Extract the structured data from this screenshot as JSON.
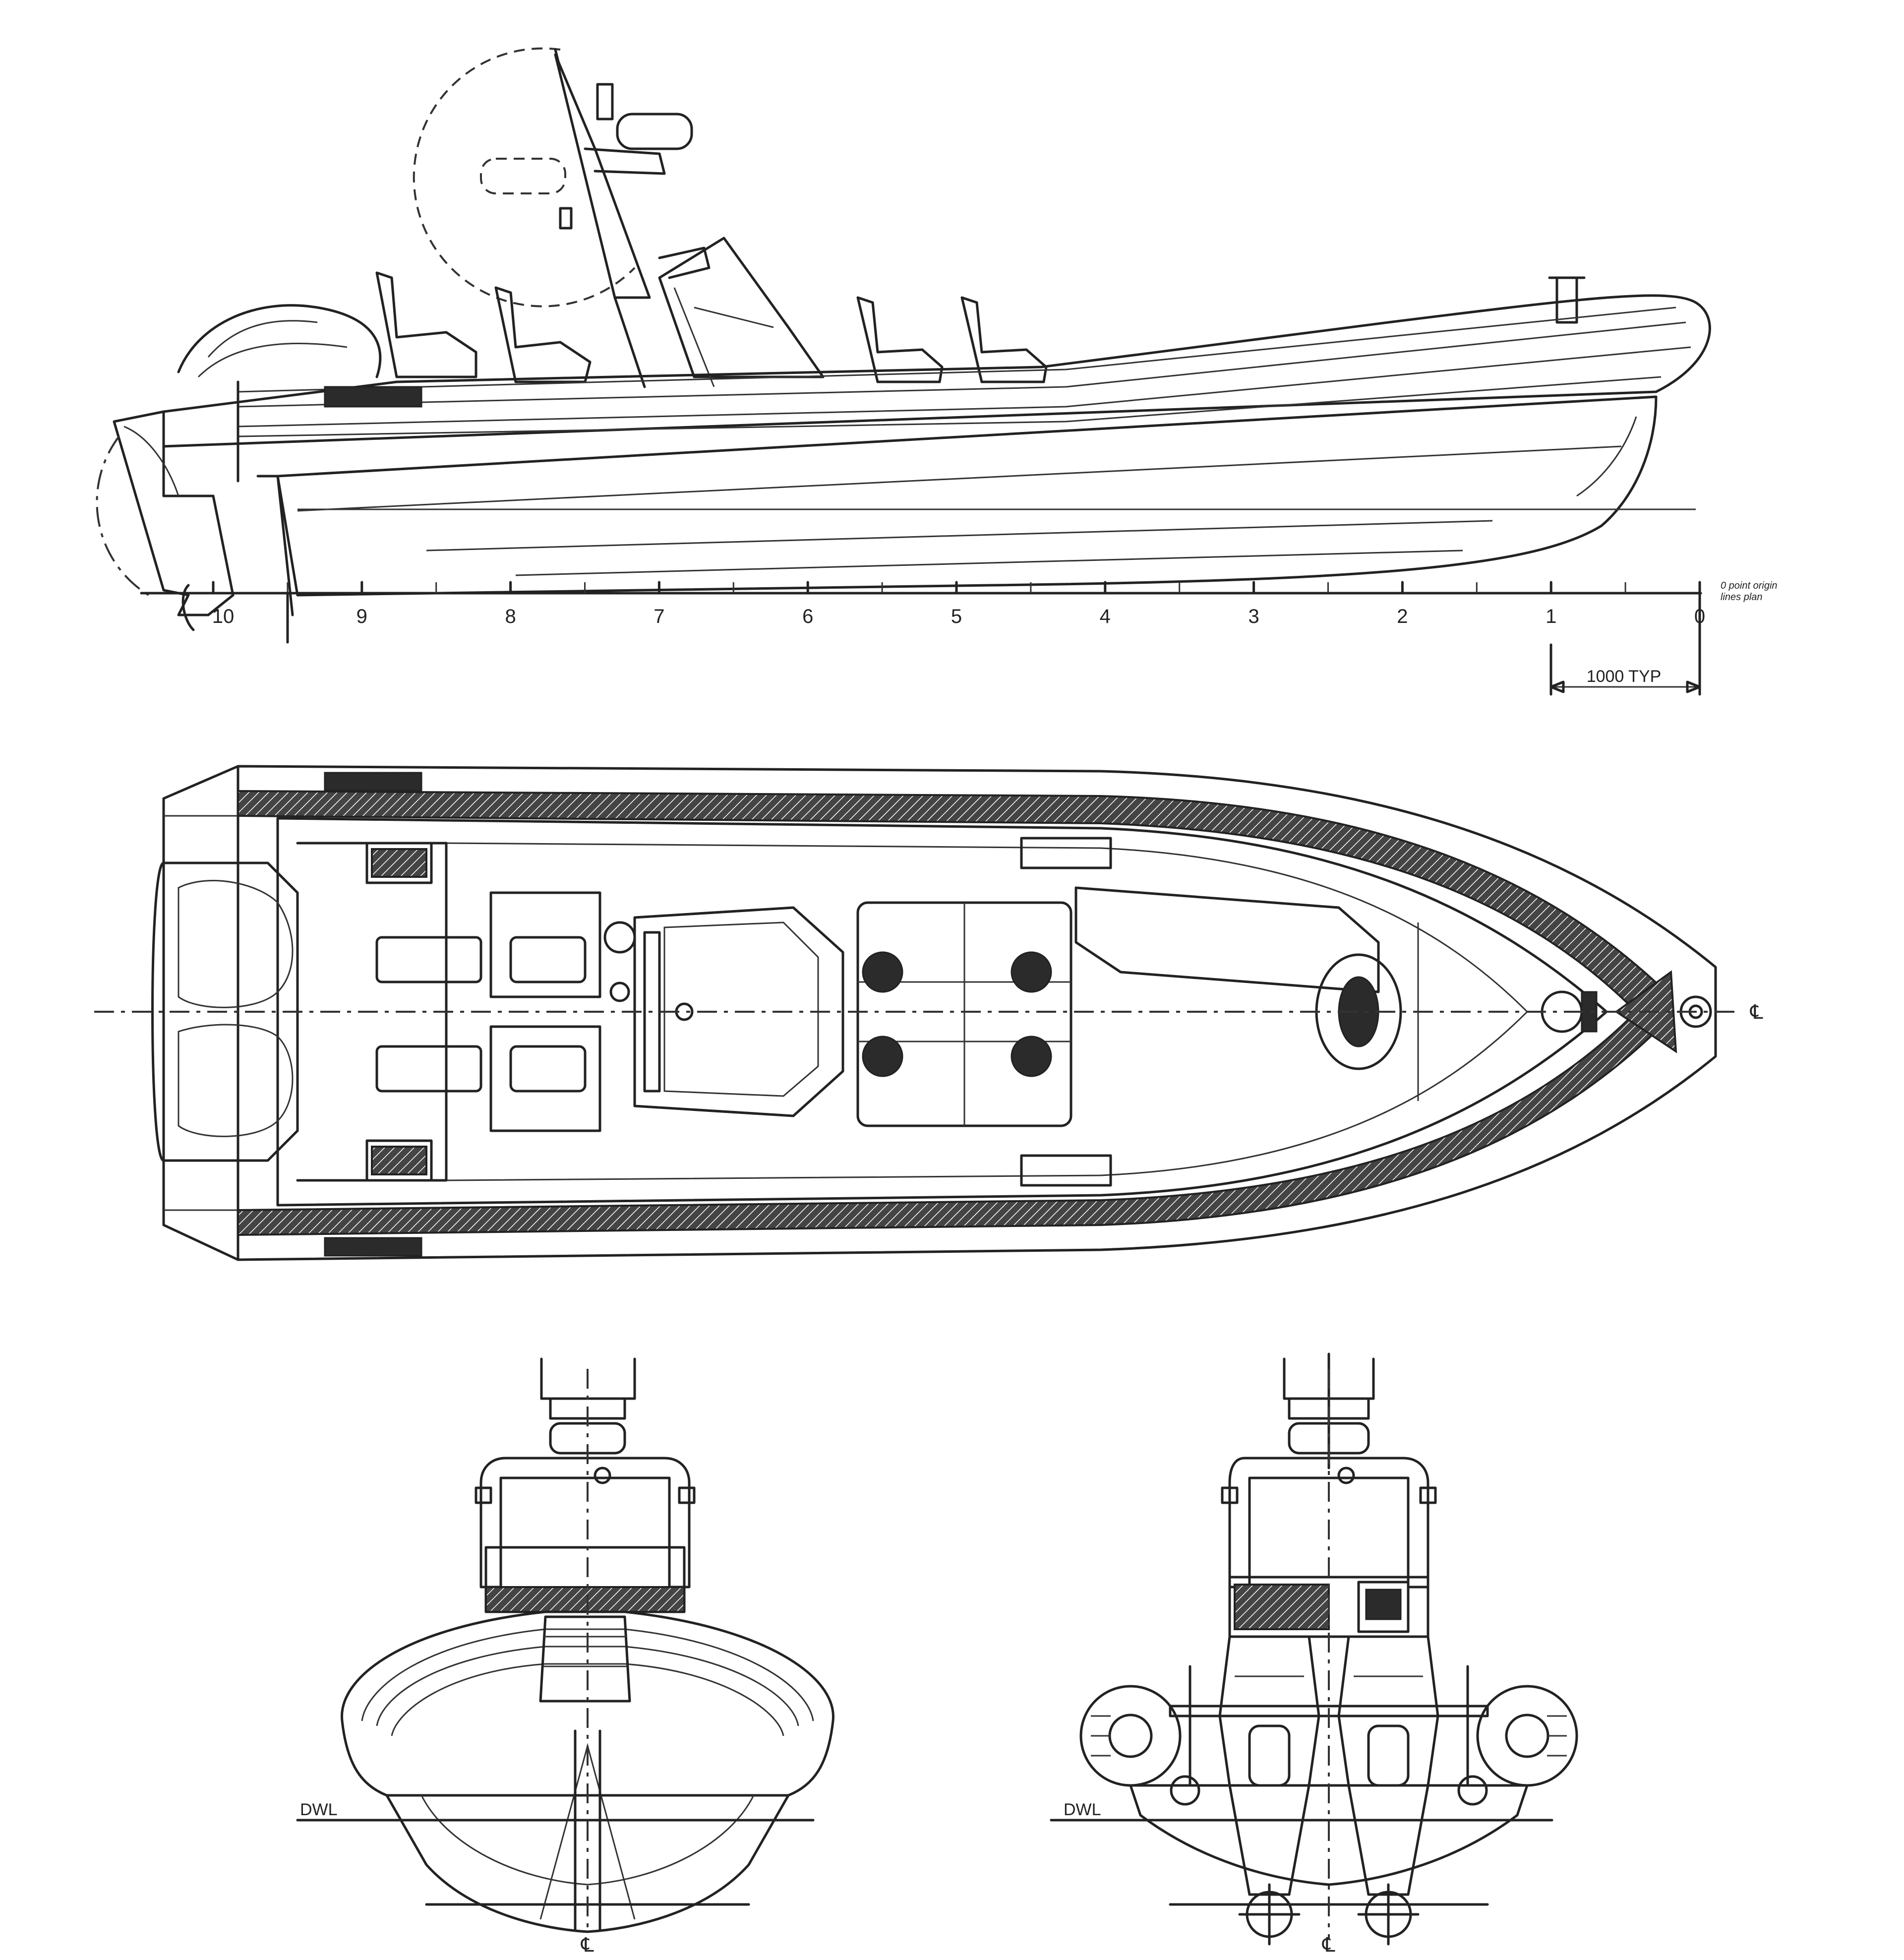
{
  "side_view": {
    "stations": [
      "10",
      "9",
      "8",
      "7",
      "6",
      "5",
      "4",
      "3",
      "2",
      "1",
      "0"
    ],
    "origin_note_line1": "0 point origin",
    "origin_note_line2": "lines plan",
    "spacing_label": "1000 TYP"
  },
  "plan_view": {
    "centerline_symbol": "℄"
  },
  "end_views": {
    "front": {
      "waterline_label": "DWL",
      "centerline_symbol": "℄"
    },
    "rear": {
      "waterline_label": "DWL",
      "centerline_symbol": "℄"
    }
  },
  "colors": {
    "line": "#222222",
    "background": "#ffffff",
    "hatch": "#2b2b2b"
  }
}
